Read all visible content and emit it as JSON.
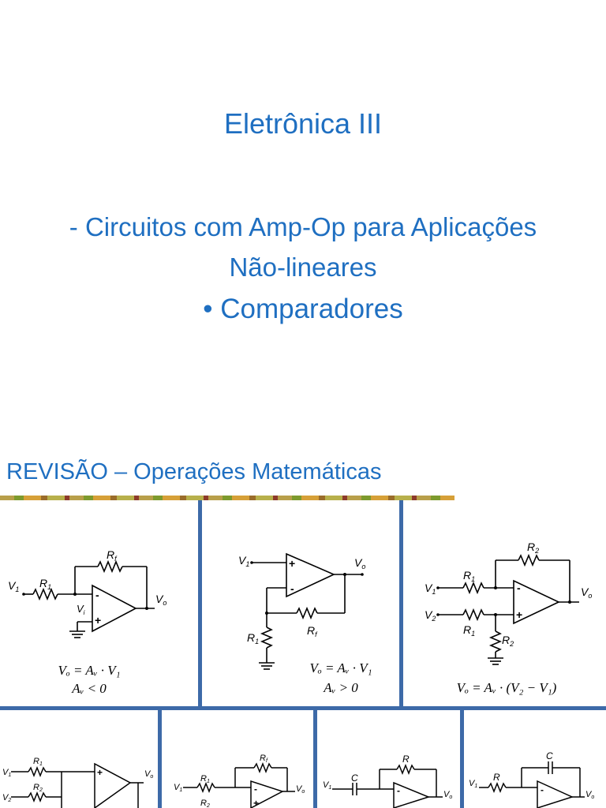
{
  "slide": {
    "title": "Eletrônica III",
    "subtitle_line1": "-  Circuitos com Amp-Op para Aplicações",
    "subtitle_line2": "Não-lineares",
    "bullet": "• Comparadores"
  },
  "section": {
    "heading": "REVISÃO – Operações Matemáticas"
  },
  "circuits": {
    "inverting": {
      "v1": "V",
      "v1_sub": "1",
      "r1": "R",
      "r1_sub": "1",
      "rf": "R",
      "rf_sub": "f",
      "vi": "V",
      "vi_sub": "i",
      "vo": "V",
      "vo_sub": "o",
      "eq1": "Vₒ = Aᵥ · V₁",
      "eq2": "Aᵥ < 0"
    },
    "noninverting": {
      "v1": "V",
      "v1_sub": "1",
      "vo": "V",
      "vo_sub": "o",
      "r1": "R",
      "r1_sub": "1",
      "rf": "R",
      "rf_sub": "f",
      "eq1": "Vₒ = Aᵥ · V₁",
      "eq2": "Aᵥ > 0"
    },
    "difference": {
      "v1": "V",
      "v1_sub": "1",
      "v2": "V",
      "v2_sub": "2",
      "r1a": "R",
      "r1a_sub": "1",
      "r1b": "R",
      "r1b_sub": "1",
      "r2a": "R",
      "r2a_sub": "2",
      "r2b": "R",
      "r2b_sub": "2",
      "vo": "V",
      "vo_sub": "o",
      "eq1": "Vₒ = Aᵥ · (V₂ − V₁)"
    },
    "summing": {
      "v1": "V",
      "v1_sub": "1",
      "v2": "V",
      "v2_sub": "2",
      "r1": "R",
      "r1_sub": "1",
      "r2": "R",
      "r2_sub": "2",
      "vo": "V",
      "vo_sub": "o"
    },
    "diffamp2": {
      "v1": "V",
      "v1_sub": "1",
      "r1": "R",
      "r1_sub": "1",
      "r2": "R",
      "r2_sub": "2",
      "rf": "R",
      "rf_sub": "f",
      "vo": "V",
      "vo_sub": "o"
    },
    "differentiator": {
      "v1": "V",
      "v1_sub": "1",
      "c": "C",
      "r": "R",
      "vo": "V",
      "vo_sub": "o"
    },
    "integrator": {
      "v1": "V",
      "v1_sub": "1",
      "r": "R",
      "c": "C",
      "vo": "V",
      "vo_sub": "o"
    }
  }
}
